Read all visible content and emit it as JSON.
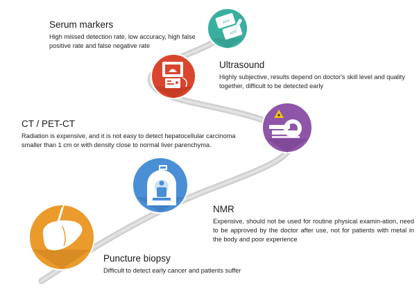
{
  "methods": [
    {
      "id": "serum",
      "title": "Serum markers",
      "description": "High missed detection rate, low accuracy, high false positive rate and false negative rate",
      "icon": "blood-test-tubes-icon",
      "card_label": "AFP",
      "color": "#3aafa0"
    },
    {
      "id": "ultrasound",
      "title": "Ultrasound",
      "description": "Highly subjective, results depend on doctor's skill level and quality together, difficult to be detected early",
      "icon": "ultrasound-machine-icon",
      "color": "#d9452d"
    },
    {
      "id": "ct",
      "title": "CT / PET-CT",
      "description": "Radiation is expensive, and it is not easy to detect hepatocellular carcinoma smaller than 1 cm or with density close to normal liver parenchyma.",
      "icon": "ct-scanner-radiation-icon",
      "color": "#8e55a8"
    },
    {
      "id": "nmr",
      "title": "NMR",
      "description": "Expensive, should not be used for routine physical examin-ation, need to be approved by the doctor after use, not for patients with metal in the body and poor experience",
      "icon": "mri-scanner-icon",
      "color": "#4a8fd6"
    },
    {
      "id": "biopsy",
      "title": "Puncture biopsy",
      "description": "Difficult to detect early cancer and patients suffer",
      "icon": "liver-needle-icon",
      "color": "#eb9a2c"
    }
  ],
  "colors": {
    "road": "#d3d3d3",
    "road_shadow": "#bdbdbd"
  }
}
